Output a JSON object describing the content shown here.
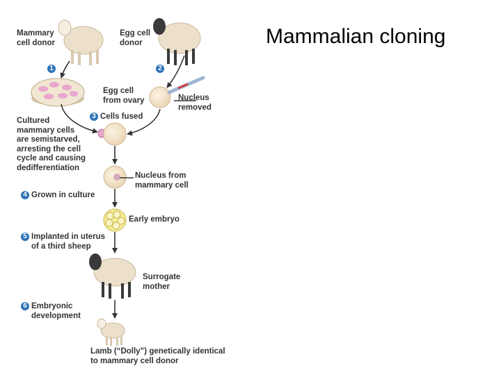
{
  "title": "Mammalian cloning",
  "diagram": {
    "labels": {
      "mammary_donor": "Mammary\ncell donor",
      "egg_donor": "Egg cell\ndonor",
      "egg_from_ovary": "Egg cell\nfrom ovary",
      "nucleus_removed": "Nucleus\nremoved",
      "cells_fused": "Cells fused",
      "cultured": "Cultured\nmammary cells\nare semistarved,\narresting the cell\ncycle and causing\ndedifferentiation",
      "nucleus_from": "Nucleus from\nmammary cell",
      "grown": "Grown in culture",
      "early_embryo": "Early embryo",
      "implanted": "Implanted in uterus\nof a third sheep",
      "surrogate": "Surrogate\nmother",
      "embryonic": "Embryonic\ndevelopment",
      "lamb": "Lamb (“Dolly”) genetically identical\nto mammary cell donor"
    },
    "steps": [
      "1",
      "2",
      "3",
      "4",
      "5",
      "6"
    ],
    "colors": {
      "step_badge": "#2f73b8",
      "wool": "#ede0cb",
      "cell": "#f3e2c8",
      "embryo": "#f6ec9a",
      "arrow": "#333333",
      "dish_cells": "#e9a6cf"
    }
  }
}
